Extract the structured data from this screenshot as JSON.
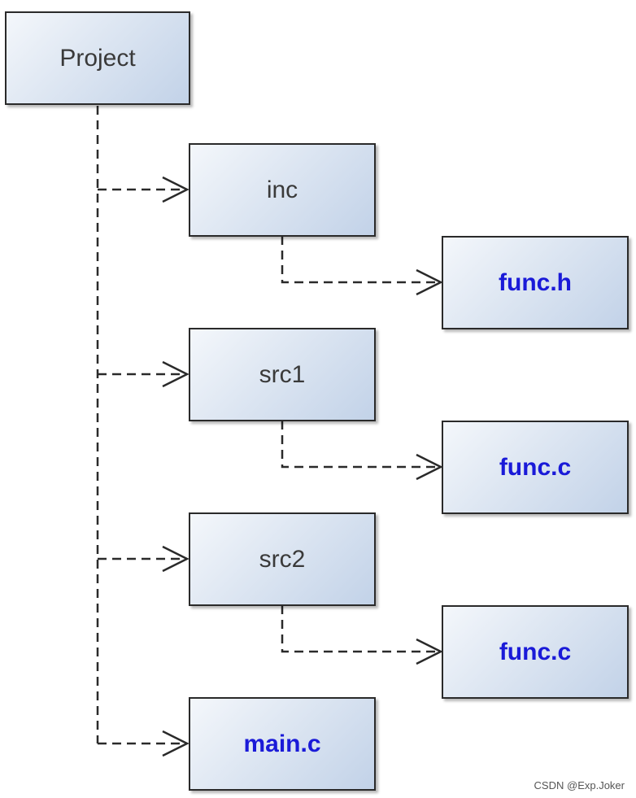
{
  "diagram": {
    "root": {
      "label": "Project"
    },
    "folders": [
      {
        "label": "inc",
        "file": "func.h"
      },
      {
        "label": "src1",
        "file": "func.c"
      },
      {
        "label": "src2",
        "file": "func.c"
      }
    ],
    "root_file": {
      "label": "main.c"
    }
  },
  "colors": {
    "file_text": "#1a1ad8",
    "folder_text": "#3a3a3a",
    "connector": "#2a2a2a"
  },
  "watermark": "CSDN @Exp.Joker"
}
